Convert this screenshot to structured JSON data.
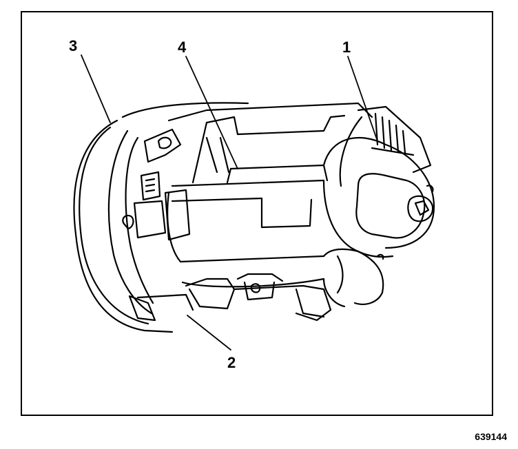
{
  "callouts": {
    "c1": "1",
    "c2": "2",
    "c3": "3",
    "c4": "4"
  },
  "figure_id": "639144",
  "colors": {
    "ink": "#000000",
    "paper": "#ffffff"
  }
}
